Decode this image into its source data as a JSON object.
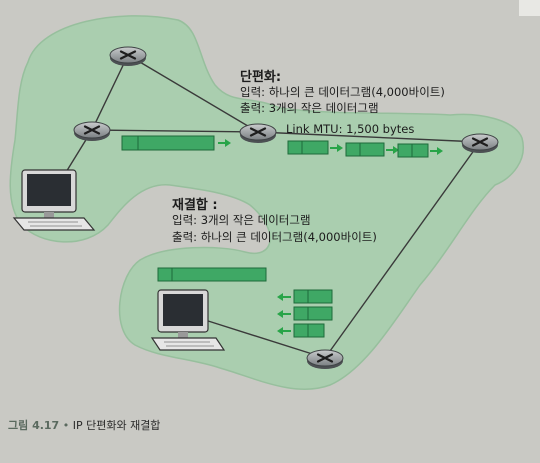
{
  "fragmentation": {
    "title": "단편화:",
    "input": "입력: 하나의 큰 데이터그램(4,000바이트)",
    "output": "출력: 3개의 작은 데이터그램"
  },
  "link_mtu": "Link MTU: 1,500 bytes",
  "reassembly": {
    "title": "재결합 :",
    "input": "입력: 3개의 작은 데이터그램",
    "output": "출력: 하나의 큰 데이터그램(4,000바이트)"
  },
  "caption": {
    "figure": "그림 4.17",
    "bullet": "•",
    "text": "IP 단편화와 재결합"
  },
  "colors": {
    "network_cloud": "#a8cfae",
    "datagram_fill": "#3fa865",
    "datagram_stroke": "#1e6a3a",
    "arrow": "#28a448",
    "router_body": "#6b6f72",
    "link": "#3a3a3a"
  },
  "icons": [
    "router-icon",
    "computer-icon",
    "datagram-fragment",
    "arrow-icon"
  ]
}
